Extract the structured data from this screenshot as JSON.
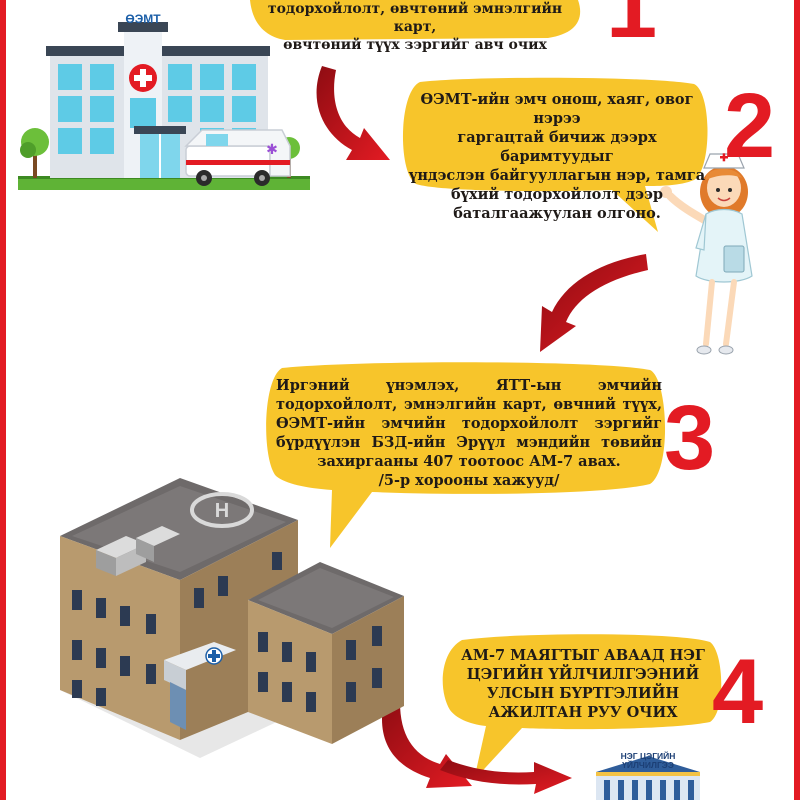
{
  "colors": {
    "accent_red": "#e31b23",
    "bubble_yellow": "#f7c52b",
    "text_dark": "#1f1a17",
    "hospital_blue": "#1c5fa8"
  },
  "steps": [
    {
      "number": "1",
      "lines": [
        "тодорхойлолт, өвчтөний эмнэлгийн карт,",
        "өвчтөний түүх зэргийг авч очих"
      ]
    },
    {
      "number": "2",
      "lines": [
        "ӨЭМТ-ийн эмч онош, хаяг, овог нэрээ",
        "гаргацтай  бичиж дээрх баримтуудыг",
        "үндэслэн байгууллагын нэр, тамга",
        "бүхий тодорхойлолт дээр",
        "баталгаажуулан олгоно."
      ]
    },
    {
      "number": "3",
      "lines": [
        "Иргэний үнэмлэх, ЯТТ-ын эмчийн",
        "тодорхойлолт, эмнэлгийн карт, өвчний түүх,",
        "ӨЭМТ-ийн эмчийн тодорхойлолт зэргийг",
        "бүрдүүлэн БЗД-ийн Эрүүл  мэндийн төвийн",
        "захиргааны  407 тоотоос АМ-7 авах."
      ],
      "note": "/5-р хорооны хажууд/"
    },
    {
      "number": "4",
      "lines": [
        "АМ-7 МАЯГТЫГ АВААД НЭГ",
        "ЦЭГИЙН ҮЙЛЧИЛГЭЭНИЙ",
        "УЛСЫН БҮРТГЭЛИЙН",
        "АЖИЛТАН РУУ ОЧИХ"
      ]
    }
  ],
  "hospital_sign": "ӨЭМТ",
  "service_center_sign": [
    "НЭГ ЦЭГИЙН",
    "ҮЙЛЧИЛГЭЭ"
  ]
}
